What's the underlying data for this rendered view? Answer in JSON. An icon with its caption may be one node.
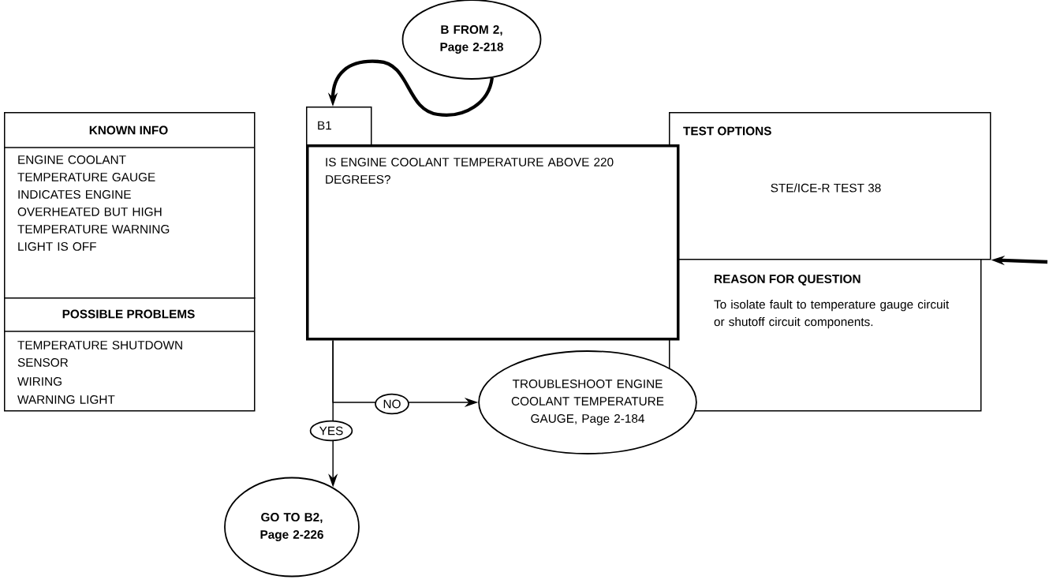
{
  "diagram": {
    "nodes": [
      {
        "text": [
          "KNOWN INFO",
          "ENGINE COOLANT TEMPERATURE GAUGE INDICATES ENGINE OVERHEATED BUT HIGH TEMPERATURE WARNING LIGHT IS OFF"
        ]
      },
      {
        "text": [
          "POSSIBLE PROBLEMS",
          "TEMPERATURE SHUTDOWN SENSOR",
          "WIRING",
          "WARNING LIGHT"
        ]
      },
      {
        "text": [
          "B FROM 2, Page 2-218"
        ]
      },
      {
        "text": [
          "B1"
        ]
      },
      {
        "text": [
          "IS ENGINE COOLANT TEMPERATURE ABOVE 220 DEGREES?"
        ]
      },
      {
        "text": [
          "TEST OPTIONS",
          "STE/ICE-R TEST 38"
        ]
      },
      {
        "text": [
          "REASON FOR QUESTION",
          "To isolate fault to temperature gauge circuit or shutoff circuit components."
        ]
      },
      {
        "text": [
          "TROUBLESHOOT ENGINE COOLANT TEMPERATURE GAUGE, Page 2-184"
        ]
      },
      {
        "text": [
          "GO TO B2, Page 2-226"
        ]
      }
    ],
    "edges": [
      {
        "from": 2,
        "to": 3,
        "arrow": "to",
        "style": "thick"
      },
      {
        "from": 4,
        "to": 7,
        "arrow": "to",
        "label": "NO"
      },
      {
        "from": 4,
        "to": 8,
        "arrow": "to",
        "label": "YES"
      },
      {
        "from": null,
        "to": 5,
        "arrow": "to",
        "style": "thick"
      }
    ]
  }
}
